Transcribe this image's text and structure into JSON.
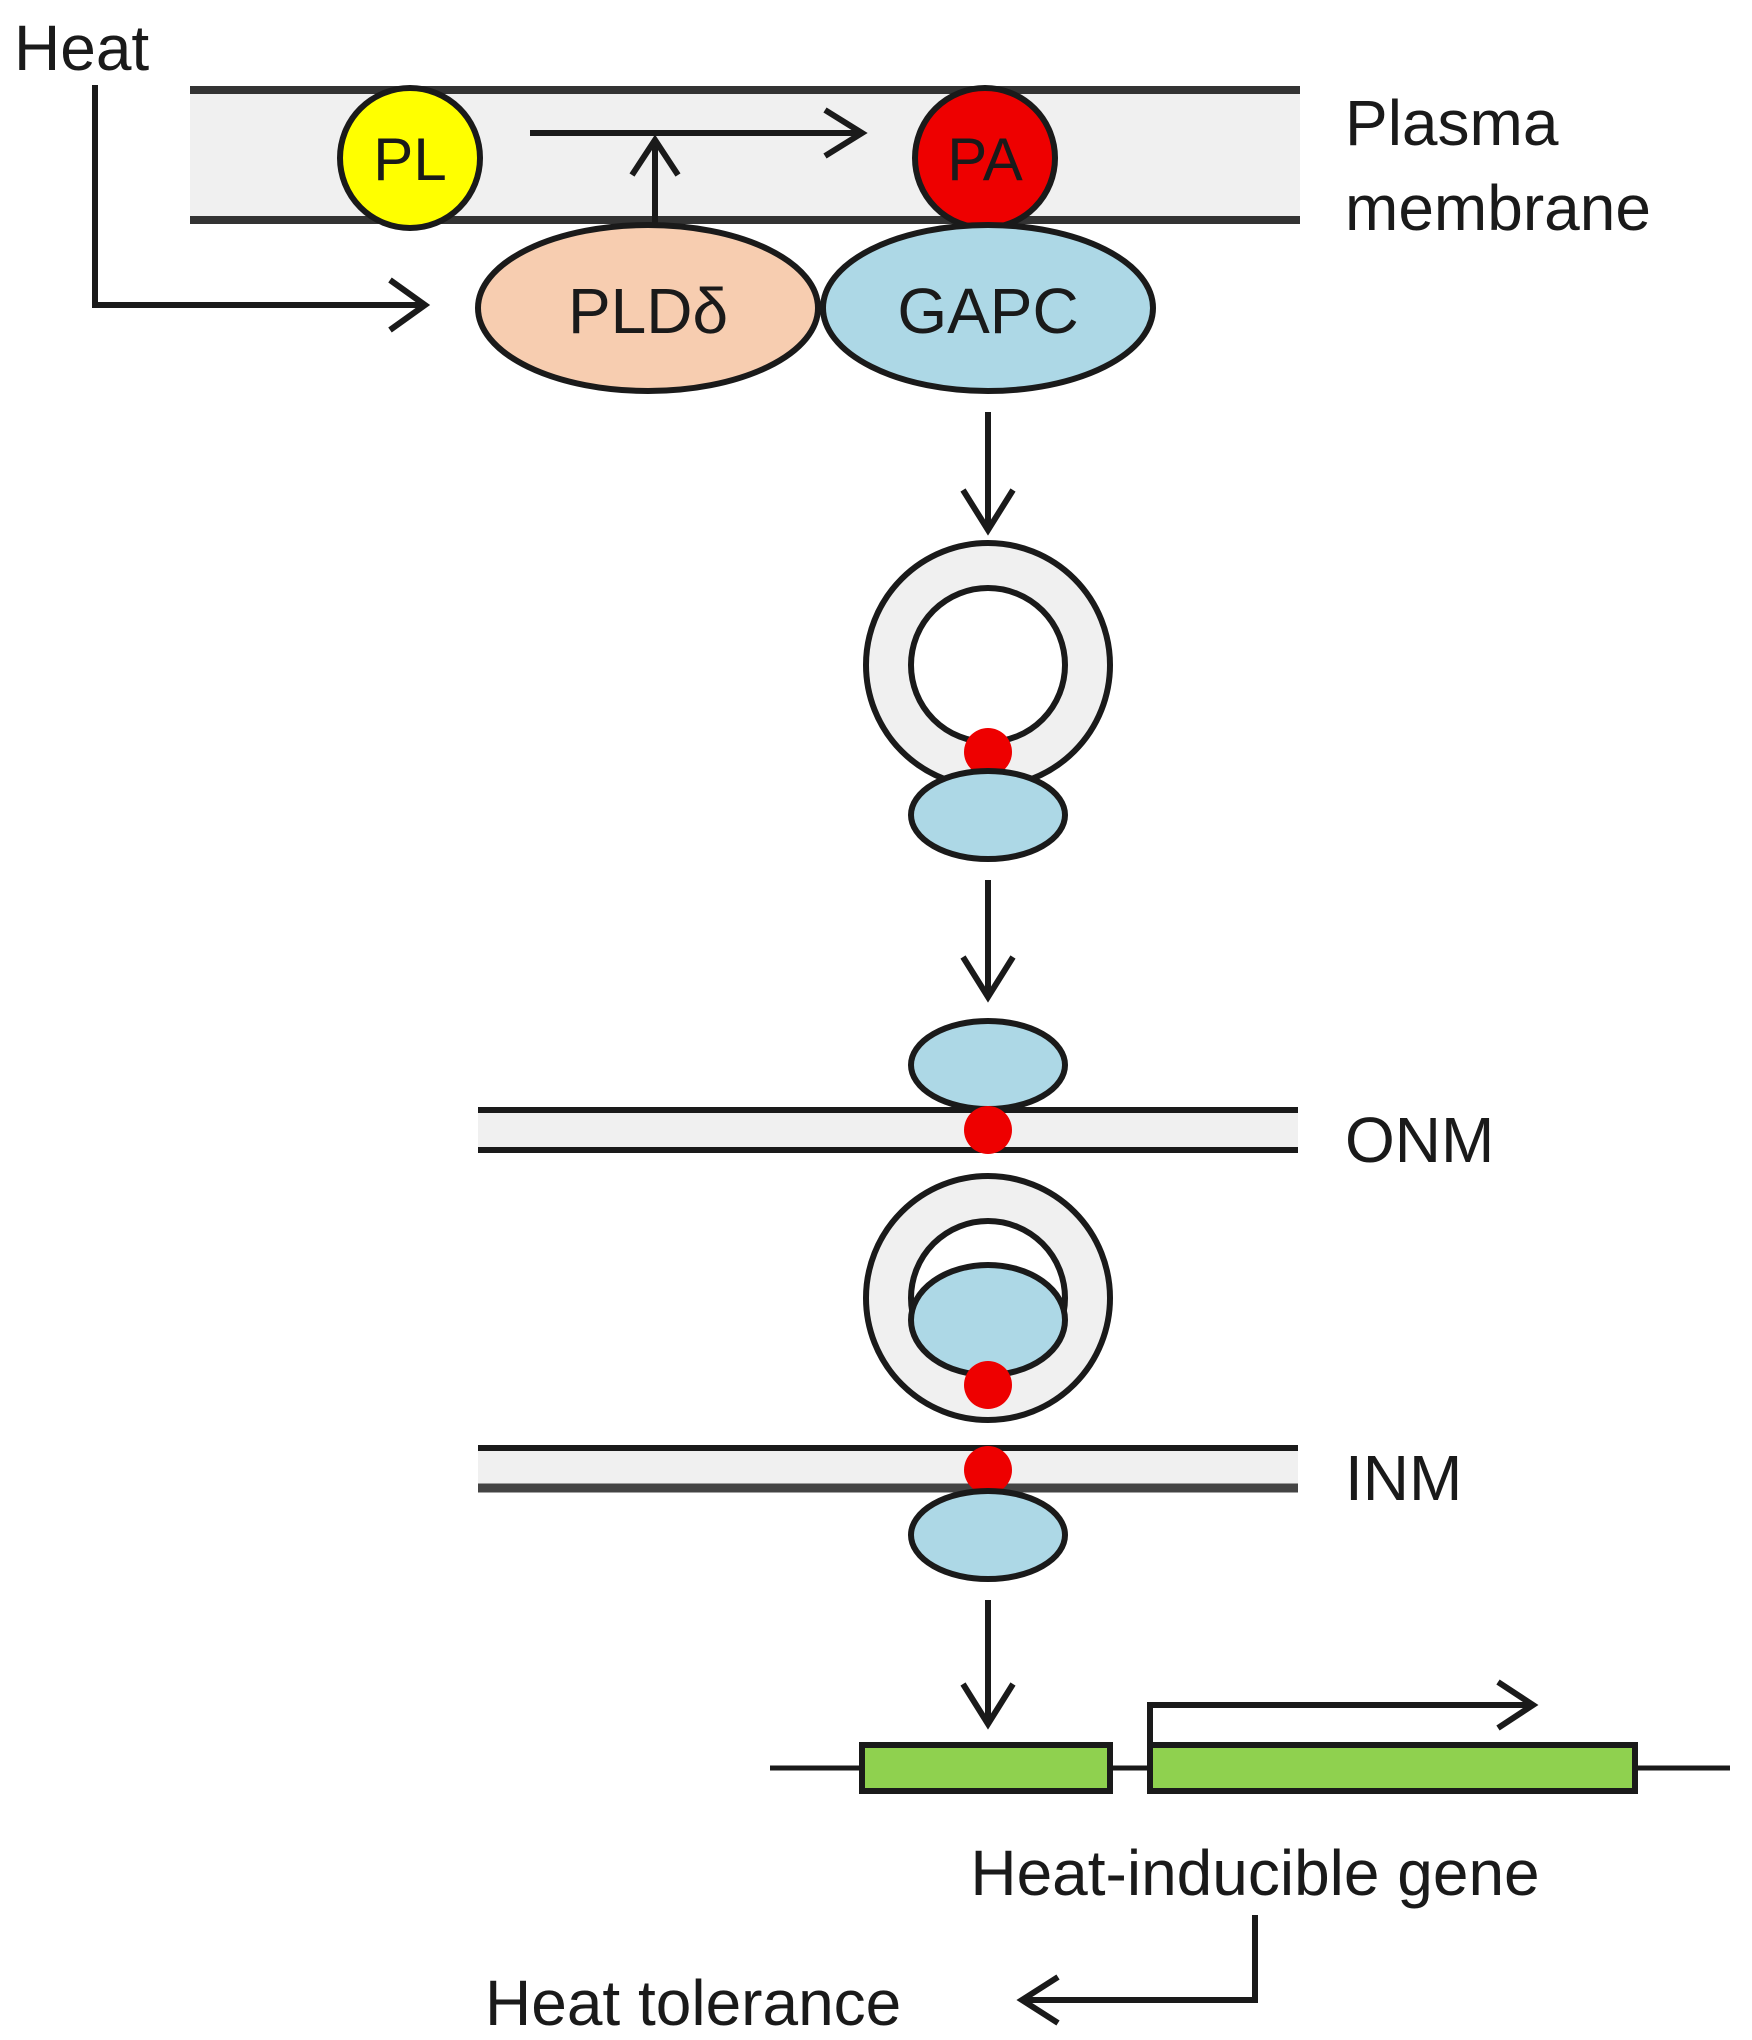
{
  "labels": {
    "heat": "Heat",
    "plasma_membrane_line1": "Plasma",
    "plasma_membrane_line2": "membrane",
    "pl": "PL",
    "pa": "PA",
    "pld": "PLDδ",
    "gapc": "GAPC",
    "onm": "ONM",
    "inm": "INM",
    "heat_inducible_gene": "Heat-inducible gene",
    "heat_tolerance": "Heat tolerance"
  },
  "colors": {
    "membrane_fill": "#f0f0f0",
    "membrane_line": "#333333",
    "pl": "#ffff00",
    "pa": "#ee0000",
    "pld": "#f7cdb0",
    "gapc": "#add8e6",
    "gene": "#8fd14f",
    "arrow": "#1a1a1a"
  }
}
